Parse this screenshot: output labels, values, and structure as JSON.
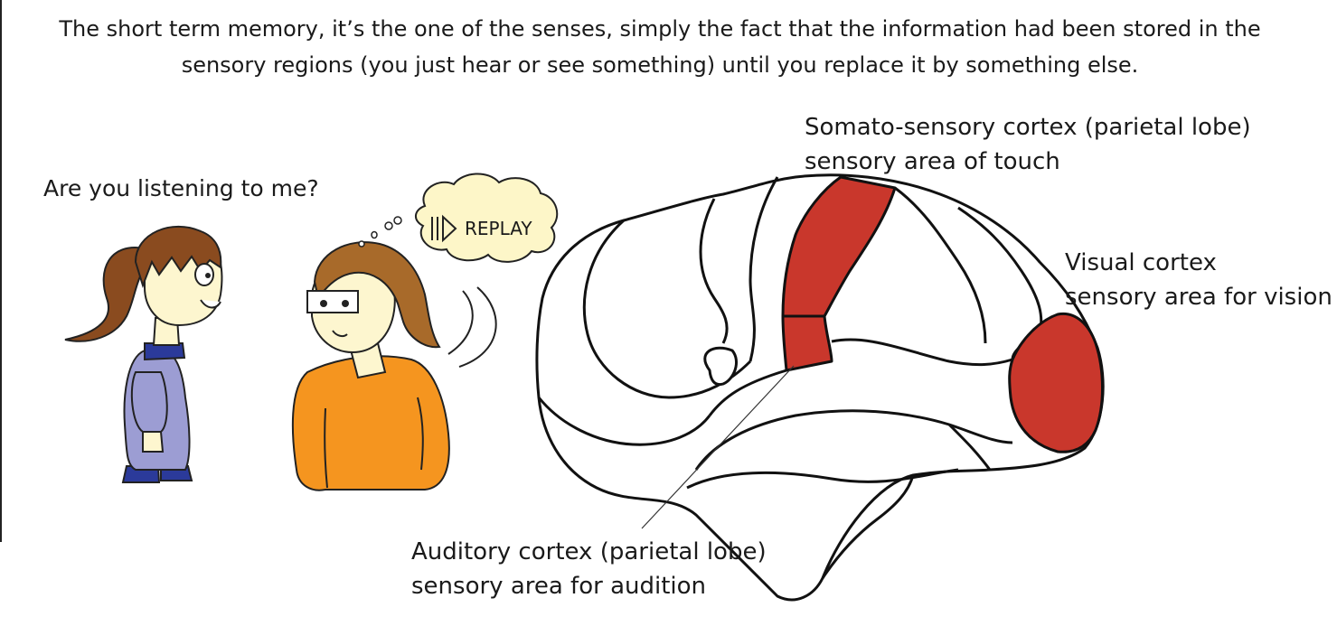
{
  "intro": {
    "line1": "The short term memory, it’s the one of the senses, simply the fact that the information had been stored    in the",
    "line2": "sensory regions (you just hear or see something) until you replace it by something else."
  },
  "speech": "Are you listening to me?",
  "thought_bubble": {
    "label": "REPLAY",
    "icon": "replay-icon"
  },
  "brain_labels": {
    "somatosensory": {
      "title": "Somato-sensory cortex (parietal lobe)",
      "subtitle": "sensory area of touch"
    },
    "visual": {
      "title": "Visual cortex",
      "subtitle": "sensory area for vision"
    },
    "auditory": {
      "title": "Auditory cortex (parietal lobe)",
      "subtitle": "sensory area for audition"
    }
  },
  "colors": {
    "cortex_highlight": "#c9372c",
    "girl_shirt": "#9c9dd3",
    "girl_collar": "#2b3a9a",
    "girl_hair": "#8a4b1f",
    "boy_shirt": "#f5951f",
    "boy_hair": "#a86a2a",
    "skin": "#fdf6cf",
    "thought_bubble": "#fdf6c8"
  }
}
